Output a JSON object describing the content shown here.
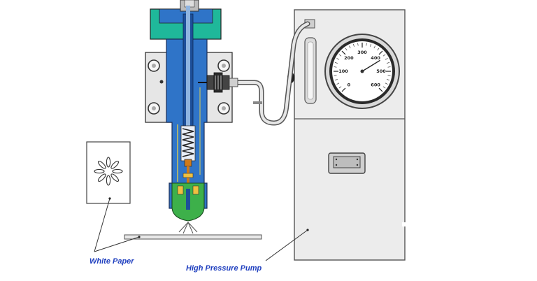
{
  "labels": {
    "white_paper": "White Paper",
    "high_pressure_pump": "High Pressure Pump"
  },
  "gauge": {
    "ticks": [
      "0",
      "100",
      "200",
      "300",
      "400",
      "500",
      "600"
    ],
    "needle_value": 430,
    "range": [
      0,
      600
    ]
  },
  "colors": {
    "injector_body": "#2f74c8",
    "injector_dark": "#1d4f9a",
    "body_flange": "#1fb89a",
    "clamp": "#e6e6e6",
    "pump_cabinet": "#ececec",
    "spring": "#d07a1a",
    "nozzle_tip": "#3db04a",
    "label_text": "#1f3fbf"
  },
  "icons": [
    "injector-icon",
    "pressure-gauge-icon",
    "handle-icon",
    "spray-pattern-icon"
  ]
}
